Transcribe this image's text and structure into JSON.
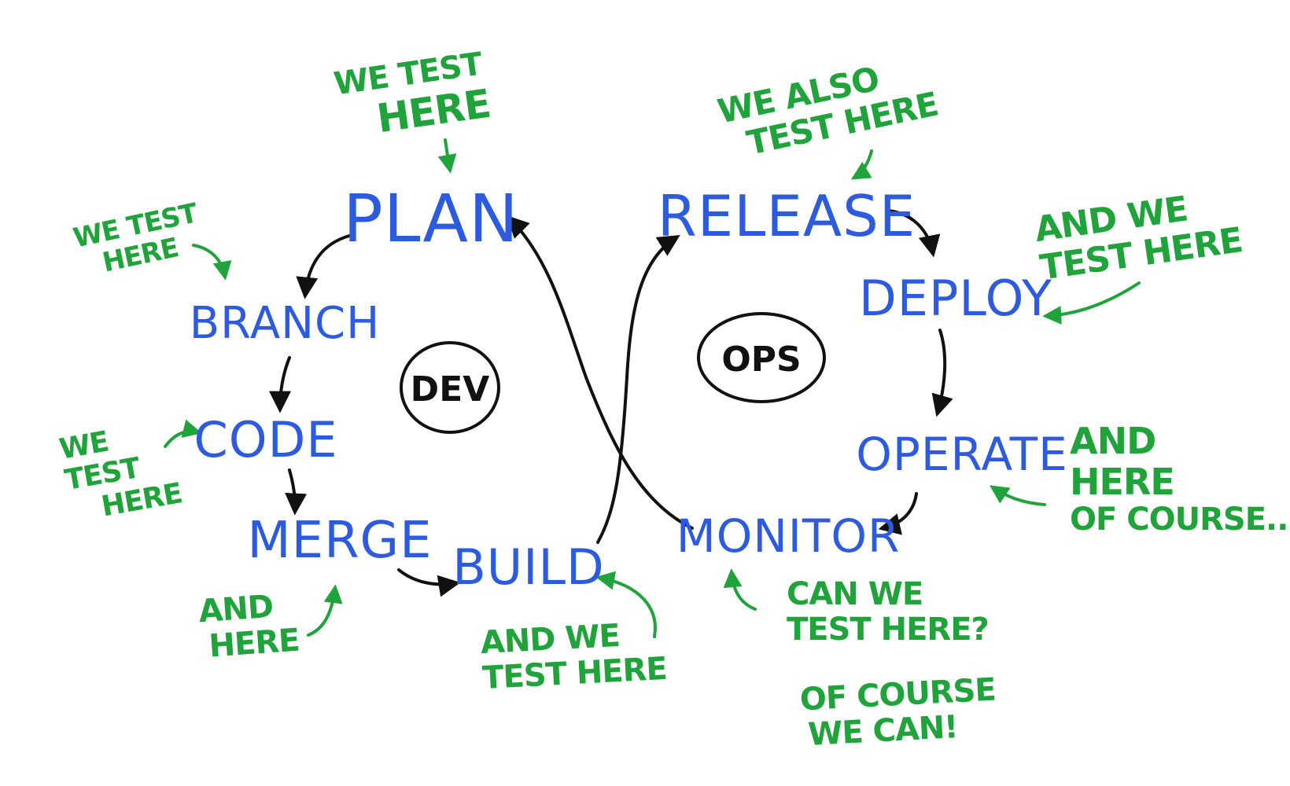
{
  "colors": {
    "stage": "#2c5be0",
    "note": "#1fa33a",
    "ink": "#111111"
  },
  "hubs": {
    "dev": "DEV",
    "ops": "OPS"
  },
  "stages": {
    "plan": "PLAN",
    "branch": "BRANCH",
    "code": "CODE",
    "merge": "MERGE",
    "build": "BUILD",
    "release": "RELEASE",
    "deploy": "DEPLOY",
    "operate": "OPERATE",
    "monitor": "MONITOR"
  },
  "notes": {
    "plan": [
      "WE TEST",
      "HERE"
    ],
    "branch": [
      "WE TEST",
      "HERE"
    ],
    "code": [
      "WE",
      "TEST",
      "HERE"
    ],
    "merge": [
      "AND",
      "HERE"
    ],
    "build": [
      "AND WE",
      "TEST HERE"
    ],
    "release": [
      "WE ALSO",
      "TEST HERE"
    ],
    "deploy": [
      "AND WE",
      "TEST HERE"
    ],
    "operate": [
      "AND",
      "HERE",
      "OF COURSE..."
    ],
    "monitor": [
      "CAN WE",
      "TEST HERE?"
    ],
    "monitor_answer": [
      "OF COURSE",
      "WE CAN!"
    ]
  }
}
